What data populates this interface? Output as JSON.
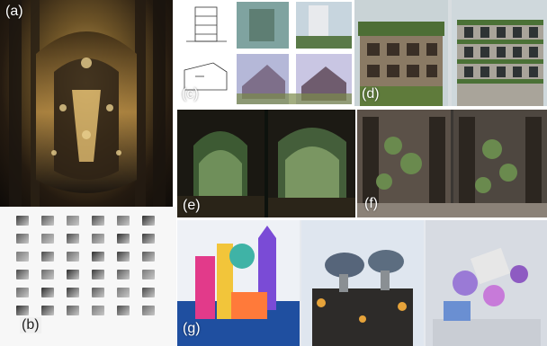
{
  "panels": {
    "a": {
      "label": "(a)"
    },
    "b": {
      "label": "(b)"
    },
    "c": {
      "label": "(c)"
    },
    "d": {
      "label": "(d)"
    },
    "e": {
      "label": "(e)"
    },
    "f": {
      "label": "(f)"
    },
    "g": {
      "label": "(g)"
    }
  },
  "colors": {
    "label": "#ffffff",
    "gold": "#c9a35a",
    "forest": "#2f4a2a",
    "sky": "#9fb3c8"
  }
}
